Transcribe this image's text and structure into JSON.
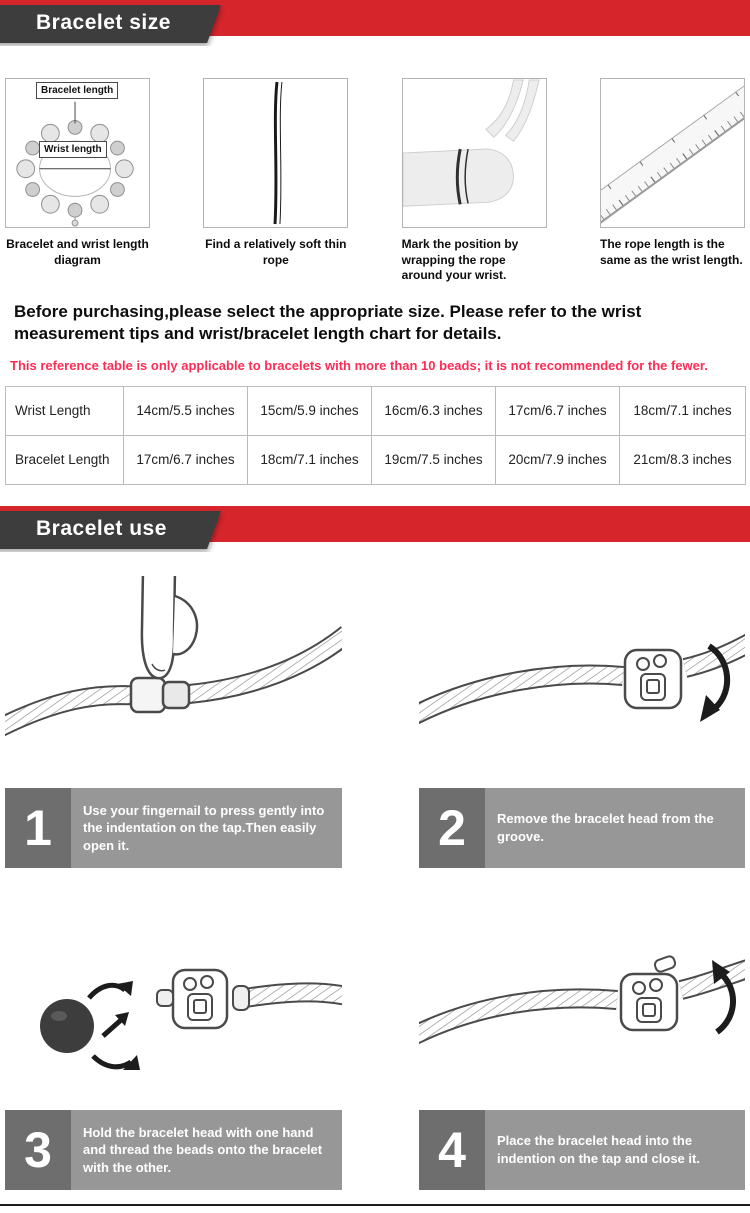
{
  "colors": {
    "red_bar": "#d6262c",
    "banner_bg": "#3d3d3d",
    "banner_text": "#ffffff",
    "warning_text": "#ff2d55",
    "caption_bar_bg": "#979797",
    "number_box_bg": "#6e6e6e"
  },
  "size_section": {
    "banner_label": "Bracelet size",
    "steps": [
      {
        "caption": "Bracelet and wrist length diagram",
        "labels": {
          "bracelet": "Bracelet length",
          "wrist": "Wrist length"
        }
      },
      {
        "caption": "Find a relatively soft thin rope"
      },
      {
        "caption": "Mark the position by wrapping the rope around your wrist."
      },
      {
        "caption": "The rope length is the same as the wrist length."
      }
    ],
    "intro": "Before purchasing,please select the appropriate size. Please refer to the wrist measurement tips and wrist/bracelet length chart for details.",
    "warning": "This reference table is only applicable to bracelets with more than 10 beads; it is not recommended for the fewer.",
    "table": {
      "rows": [
        {
          "label": "Wrist Length",
          "values": [
            "14cm/5.5 inches",
            "15cm/5.9 inches",
            "16cm/6.3 inches",
            "17cm/6.7 inches",
            "18cm/7.1 inches"
          ]
        },
        {
          "label": "Bracelet Length",
          "values": [
            "17cm/6.7 inches",
            "18cm/7.1 inches",
            "19cm/7.5 inches",
            "20cm/7.9 inches",
            "21cm/8.3 inches"
          ]
        }
      ]
    }
  },
  "use_section": {
    "banner_label": "Bracelet use",
    "steps": [
      {
        "number": "1",
        "text": "Use your fingernail to press gently into the indentation on the tap.Then easily open it."
      },
      {
        "number": "2",
        "text": "Remove the bracelet head from the groove."
      },
      {
        "number": "3",
        "text": "Hold the bracelet head with one hand and thread the beads onto the bracelet with the other."
      },
      {
        "number": "4",
        "text": "Place the bracelet head into the indention on the tap and close it."
      }
    ]
  }
}
